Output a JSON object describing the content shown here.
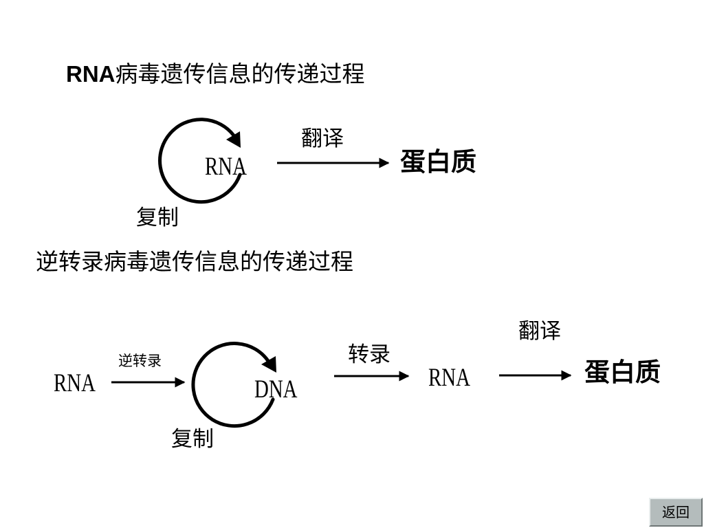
{
  "rna_virus": {
    "title_prefix": "RNA",
    "title_rest": "病毒遗传信息的传递过程",
    "node_rna": "RNA",
    "translation_label": "翻译",
    "product": "蛋白质",
    "replication_label": "复制"
  },
  "retrovirus": {
    "title": "逆转录病毒遗传信息的传递过程",
    "node_rna_start": "RNA",
    "reverse_transcription_label": "逆转录",
    "node_dna": "DNA",
    "replication_label": "复制",
    "transcription_label": "转录",
    "node_rna_mid": "RNA",
    "translation_label": "翻译",
    "product": "蛋白质"
  },
  "nav": {
    "back_label": "返回"
  }
}
